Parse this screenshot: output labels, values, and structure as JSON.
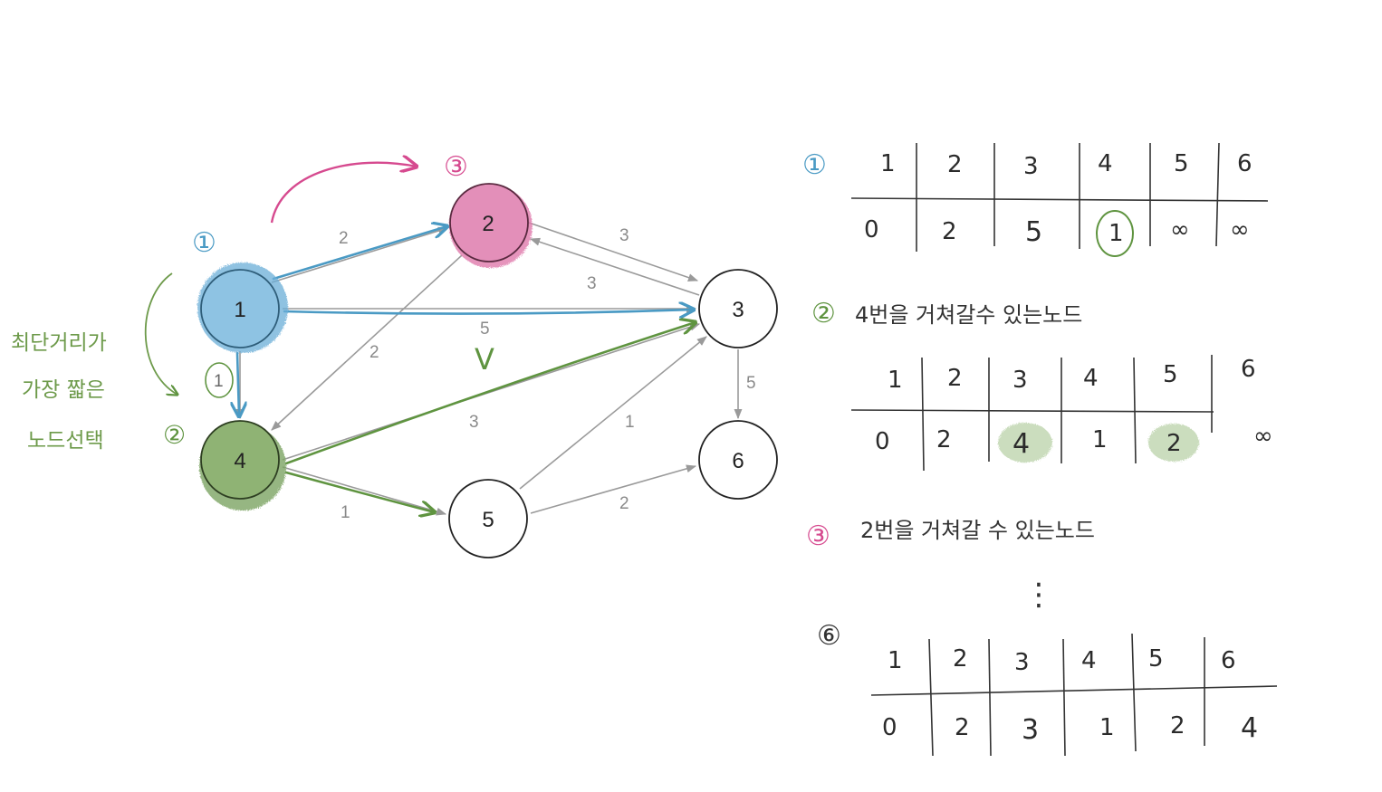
{
  "colors": {
    "blue": "#4a9ac4",
    "pink": "#d64a8f",
    "green": "#5f9440",
    "gray_edge": "#9a9a9a",
    "ink": "#2b2b2b"
  },
  "graph": {
    "nodes": [
      {
        "id": "n1",
        "label": "1",
        "fill": "blue"
      },
      {
        "id": "n2",
        "label": "2",
        "fill": "pink"
      },
      {
        "id": "n3",
        "label": "3",
        "fill": "none"
      },
      {
        "id": "n4",
        "label": "4",
        "fill": "green"
      },
      {
        "id": "n5",
        "label": "5",
        "fill": "none"
      },
      {
        "id": "n6",
        "label": "6",
        "fill": "none"
      }
    ],
    "edges": [
      {
        "from": "1",
        "to": "2",
        "weight": "2"
      },
      {
        "from": "2",
        "to": "3",
        "weight": "3"
      },
      {
        "from": "3",
        "to": "2",
        "weight": "3"
      },
      {
        "from": "1",
        "to": "3",
        "weight": "5"
      },
      {
        "from": "2",
        "to": "4",
        "weight": "2"
      },
      {
        "from": "1",
        "to": "4",
        "weight": "1"
      },
      {
        "from": "4",
        "to": "3",
        "weight": "3"
      },
      {
        "from": "4",
        "to": "5",
        "weight": "1"
      },
      {
        "from": "5",
        "to": "3",
        "weight": "1"
      },
      {
        "from": "5",
        "to": "6",
        "weight": "2"
      },
      {
        "from": "3",
        "to": "6",
        "weight": "5"
      }
    ]
  },
  "annotations": {
    "step1_marker": "①",
    "step2_marker": "②",
    "step3_marker": "③",
    "step6_marker": "⑥",
    "edge_1_4_circled": "1",
    "checkmark": "V",
    "side_note_lines": [
      "최단거리가",
      "가장 짧은",
      "노드선택"
    ]
  },
  "tables": {
    "headers": [
      "1",
      "2",
      "3",
      "4",
      "5",
      "6"
    ],
    "step1": {
      "marker": "①",
      "values": [
        "0",
        "2",
        "5",
        "1",
        "∞",
        "∞"
      ]
    },
    "step2": {
      "marker": "②",
      "caption": "4번을 거쳐갈수 있는노드",
      "values": [
        "0",
        "2",
        "4",
        "1",
        "2",
        "∞"
      ]
    },
    "step3": {
      "marker": "③",
      "caption": "2번을 거쳐갈 수 있는노드"
    },
    "ellipsis": "⋮",
    "step6": {
      "marker": "⑥",
      "values": [
        "0",
        "2",
        "3",
        "1",
        "2",
        "4"
      ]
    }
  }
}
